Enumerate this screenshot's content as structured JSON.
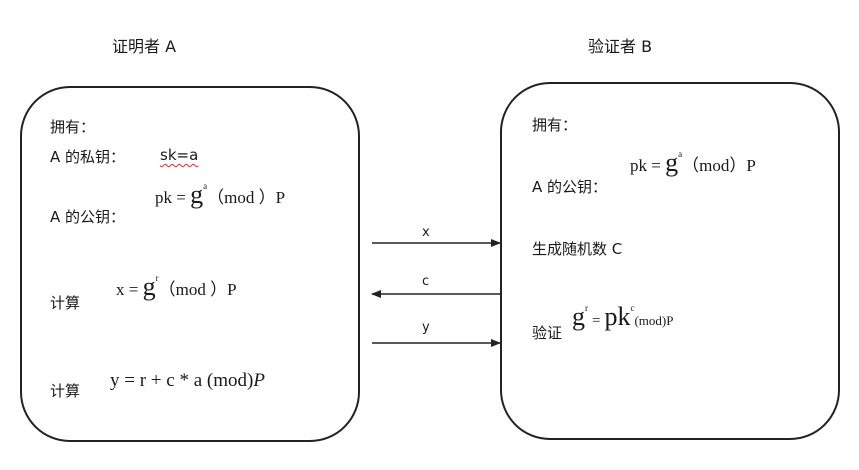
{
  "prover": {
    "title": "证明者 A",
    "has_label": "拥有：",
    "private_key_label": "A 的私钥：",
    "private_key_value": "sk=a",
    "public_key_label": "A 的公钥：",
    "public_key_formula": {
      "lhs": "pk =",
      "base": "g",
      "exp": "a",
      "tail": "（mod ）P"
    },
    "compute_x_label": "计算",
    "compute_x_formula": {
      "lhs": "x =",
      "base": "g",
      "exp": "r",
      "tail": "（mod ）P"
    },
    "compute_y_label": "计算",
    "compute_y_formula": {
      "text": "y = r + c * a (mod)",
      "italic": "P"
    }
  },
  "verifier": {
    "title": "验证者 B",
    "has_label": "拥有：",
    "public_key_label": "A 的公钥：",
    "public_key_formula": {
      "lhs": "pk =",
      "base": "g",
      "exp": "a",
      "tail": "（mod）P"
    },
    "random_label": "生成随机数 C",
    "verify_label": "验证",
    "verify_formula": {
      "base": "g",
      "exp": "r",
      "eq": "=",
      "pk": "pk",
      "pk_exp": "c",
      "tail": "(mod)P"
    }
  },
  "messages": [
    {
      "label": "x",
      "direction": "prover-to-verifier"
    },
    {
      "label": "c",
      "direction": "verifier-to-prover"
    },
    {
      "label": "y",
      "direction": "prover-to-verifier"
    }
  ],
  "colors": {
    "border": "#222222",
    "spellcheck_underline": "#d03030"
  }
}
